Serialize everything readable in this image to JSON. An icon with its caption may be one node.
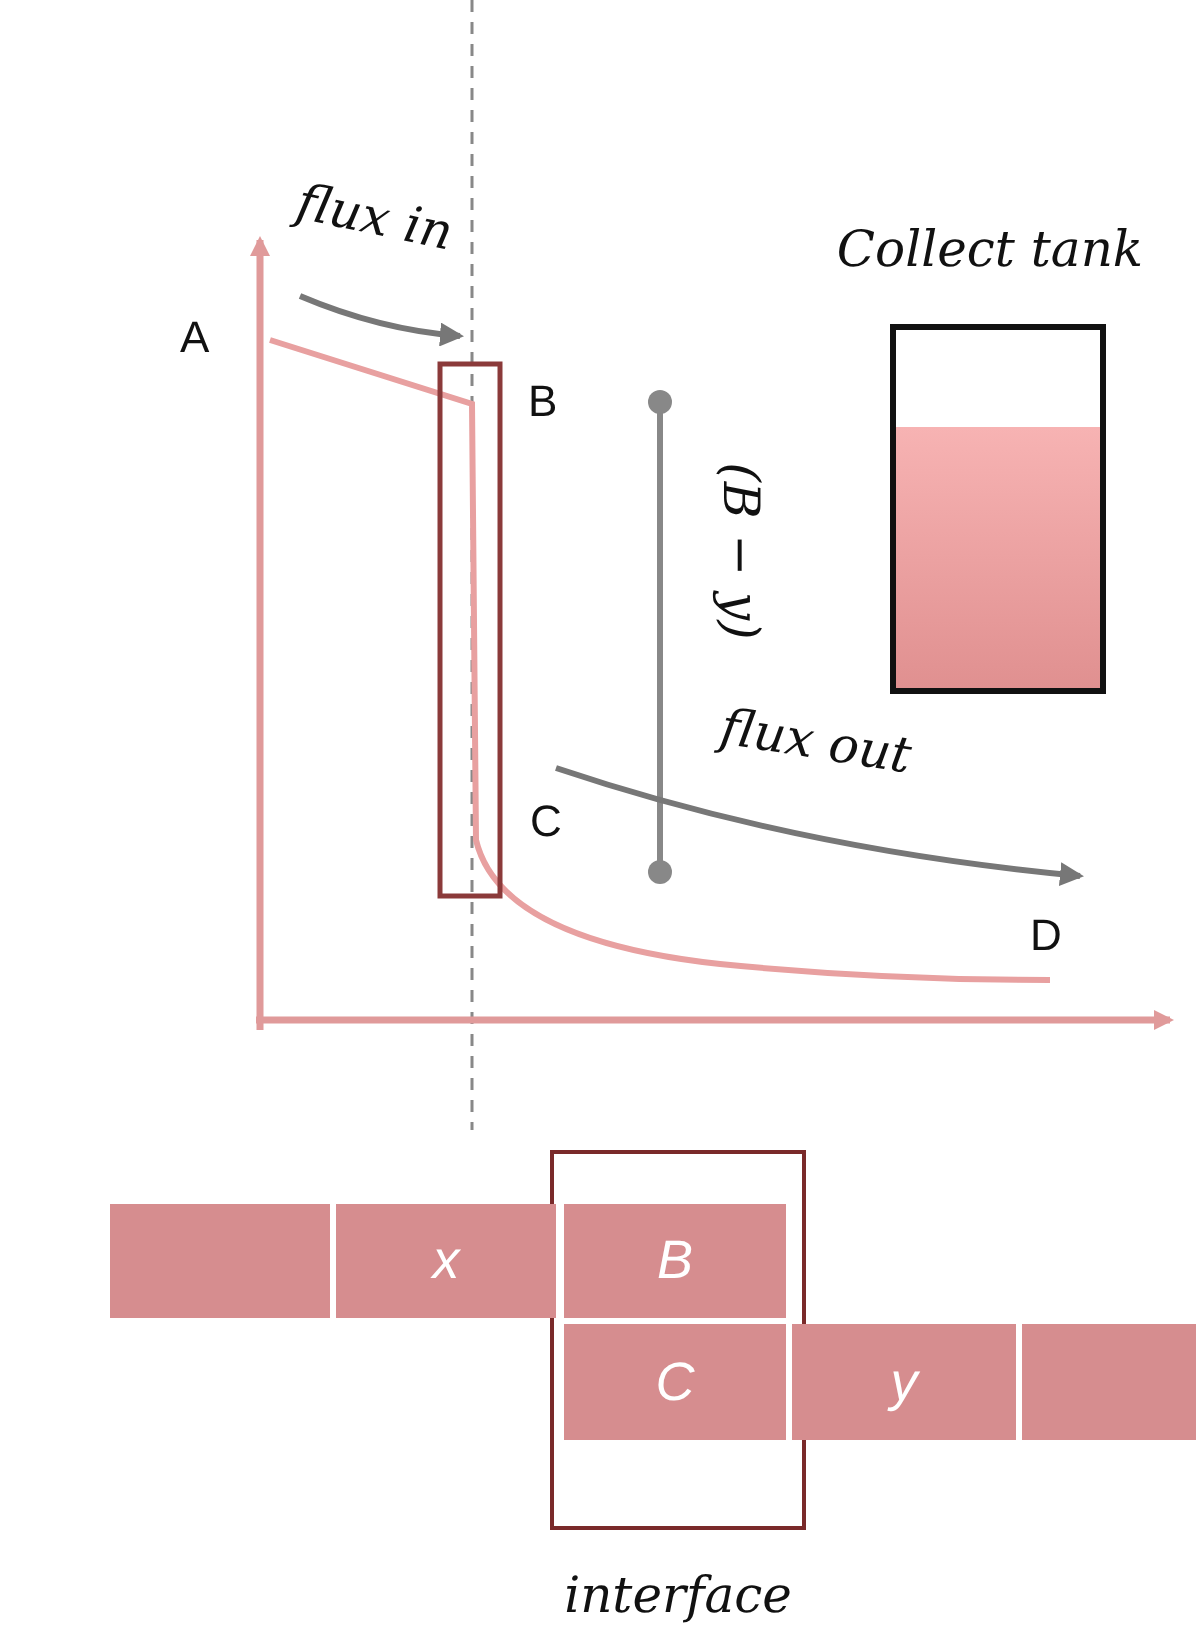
{
  "diagram": {
    "nodes": [
      {
        "text": [
          "Collect tank"
        ]
      },
      {
        "text": [
          "interface"
        ]
      },
      {
        "text": [],
        "shape": "box"
      },
      {
        "text": [
          "x"
        ]
      },
      {
        "text": [
          "B"
        ],
        "in": 1
      },
      {
        "text": [
          "C"
        ],
        "in": 1
      },
      {
        "text": [
          "y"
        ]
      },
      {
        "text": [],
        "shape": "box"
      }
    ],
    "labels": [
      "flux in",
      "A",
      "B",
      "(B − y)",
      "flux out",
      "C",
      "D"
    ]
  }
}
